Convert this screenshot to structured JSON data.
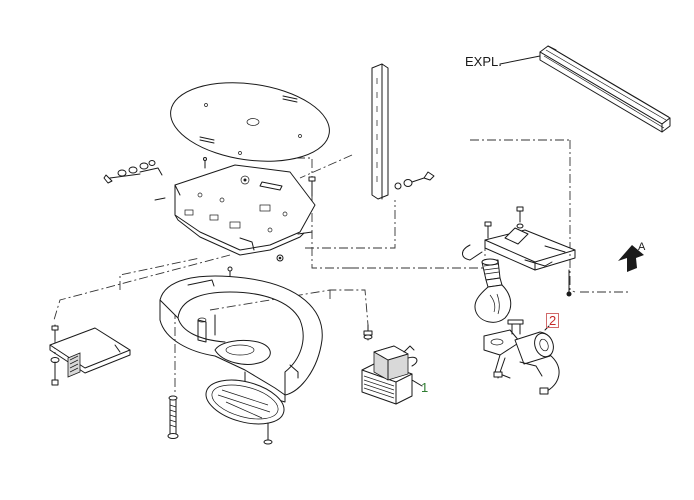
{
  "labels": {
    "expl": "EXPL.",
    "part1": "1",
    "part2": "2",
    "arrow_a": "A"
  },
  "colors": {
    "line": "#1a1a1a",
    "part1_label": "#2e7d32",
    "part2_label": "#c62828",
    "part2_box": "#d16a6a",
    "background": "#ffffff"
  }
}
